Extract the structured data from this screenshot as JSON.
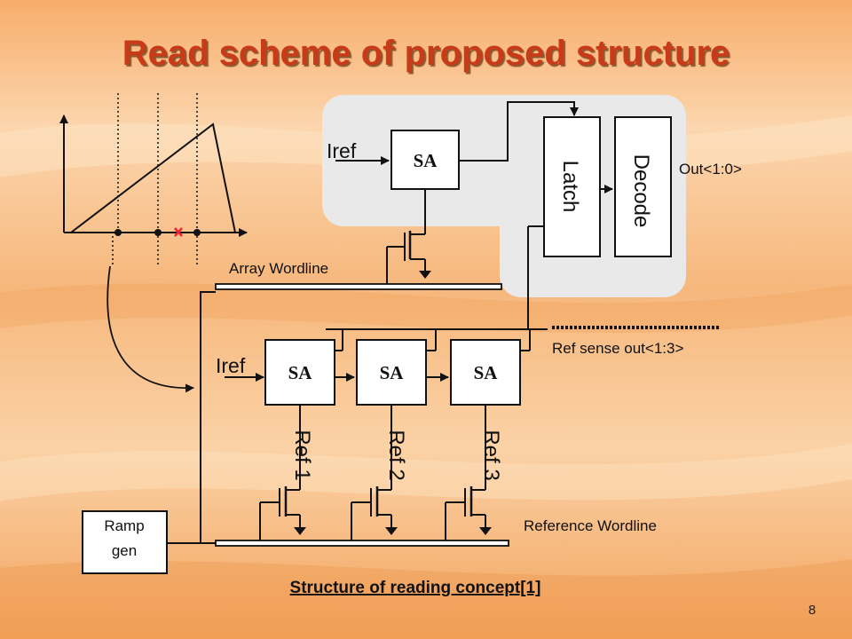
{
  "slide": {
    "title": "Read scheme of proposed structure",
    "caption": "Structure of reading concept[1]",
    "page_number": "8"
  },
  "colors": {
    "background_light": "#fde0bc",
    "background_mid": "#f6b274",
    "background_dark": "#f0984e",
    "title": "#c83a18",
    "panel": "#e9e9ea",
    "line": "#111111"
  },
  "diagram": {
    "iref_top": "Iref",
    "iref_bottom": "Iref",
    "sa_top": "SA",
    "sa_ref": [
      "SA",
      "SA",
      "SA"
    ],
    "latch": "Latch",
    "decode": "Decode",
    "out": "Out<1:0>",
    "array_wordline": "Array Wordline",
    "ref_sense_out": "Ref sense out<1:3>",
    "refs": [
      "Ref 1",
      "Ref 2",
      "Ref 3"
    ],
    "reference_wordline": "Reference Wordline",
    "ramp_gen_line1": "Ramp",
    "ramp_gen_line2": "gen"
  }
}
